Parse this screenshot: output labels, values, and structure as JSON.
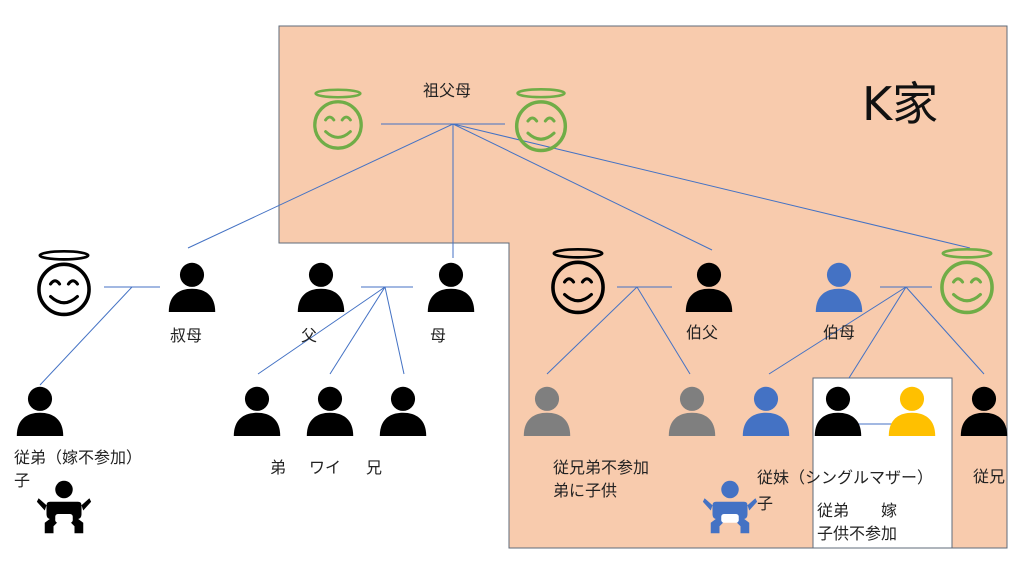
{
  "family_title": "K家",
  "labels": {
    "grandparents": "祖父母",
    "aunt_left": "叔母",
    "father": "父",
    "mother": "母",
    "uncle": "伯父",
    "aunt_right": "伯母",
    "younger_brother": "弟",
    "me": "ワイ",
    "older_brother": "兄",
    "cousin_left_line1": "従弟（嫁不参加）",
    "cousin_left_line2": "子",
    "cousins_mid_line1": "従兄弟不参加",
    "cousins_mid_line2": "弟に子供",
    "cousin_sister_line1": "従妹（シングルマザー）",
    "cousin_sister_line2": "子",
    "cousin_right_line1": "従弟　　嫁",
    "cousin_right_line2": "子供不参加",
    "older_cousin": "従兄"
  },
  "icons": {
    "deceased": "halo-smiley-icon",
    "person": "person-icon",
    "baby": "baby-icon"
  },
  "colors": {
    "region_fill": "#f8cbad",
    "region_stroke": "#5f6b7a",
    "line": "#4472c4",
    "halo_green": "#70ad47",
    "halo_black": "#000000",
    "person_black": "#000000",
    "person_gray": "#7f7f7f",
    "person_blue": "#4472c4",
    "person_yellow": "#ffc000"
  }
}
